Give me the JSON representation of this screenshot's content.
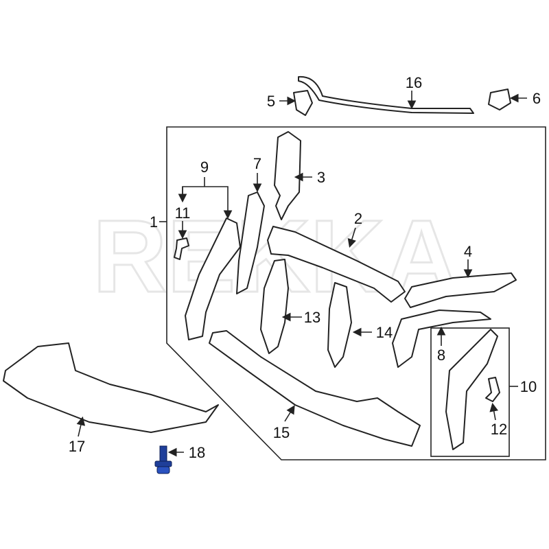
{
  "watermark": "REKKA",
  "callouts": {
    "c1": "1",
    "c2": "2",
    "c3": "3",
    "c4": "4",
    "c5": "5",
    "c6": "6",
    "c7": "7",
    "c8": "8",
    "c9": "9",
    "c10": "10",
    "c11": "11",
    "c12": "12",
    "c13": "13",
    "c14": "14",
    "c15": "15",
    "c16": "16",
    "c17": "17",
    "c18": "18"
  },
  "colors": {
    "line": "#222222",
    "bolt": "#1f3f9a"
  }
}
